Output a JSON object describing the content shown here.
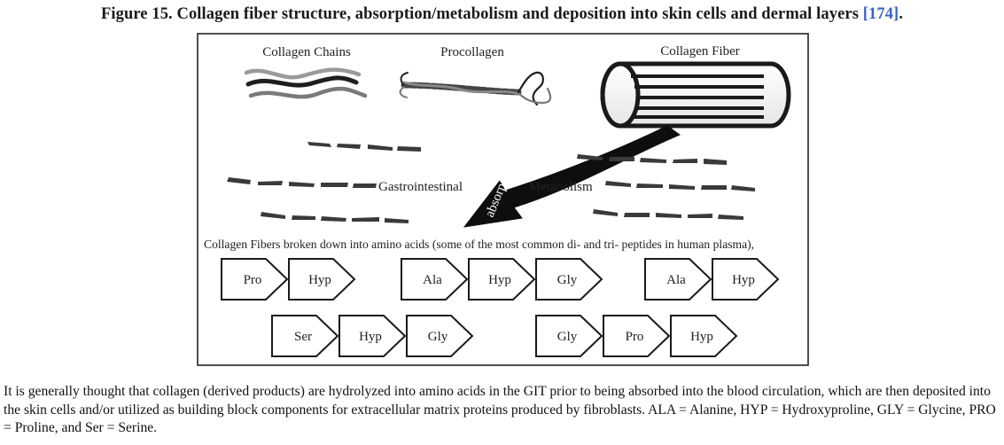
{
  "caption": {
    "text": "Figure 15. Collagen fiber structure, absorption/metabolism and deposition into skin cells and dermal layers ",
    "ref": "[174]",
    "end": "."
  },
  "figure": {
    "labels": {
      "collagen_chains": "Collagen Chains",
      "procollagen": "Procollagen",
      "collagen_fiber": "Collagen Fiber",
      "gastrointestinal": "Gastrointestinal",
      "metabolism": "Metabolism",
      "absorption": "absorption",
      "breakdown": "Collagen Fibers broken down into amino acids (some of the most common di- and tri- peptides in human plasma),"
    },
    "peptides": [
      [
        "Pro",
        "Hyp"
      ],
      [
        "Ala",
        "Hyp",
        "Gly"
      ],
      [
        "Ala",
        "Hyp"
      ],
      [
        "Ser",
        "Hyp",
        "Gly"
      ],
      [
        "Gly",
        "Pro",
        "Hyp"
      ]
    ]
  },
  "body_text": "It is generally thought that collagen (derived products) are hydrolyzed into amino acids in the GIT prior to being absorbed into the blood circulation, which are then deposited into the skin cells and/or utilized as building block components for extracellular matrix proteins produced by fibroblasts. ALA = Alanine, HYP = Hydroxyproline, GLY = Glycine, PRO = Proline, and Ser = Serine."
}
